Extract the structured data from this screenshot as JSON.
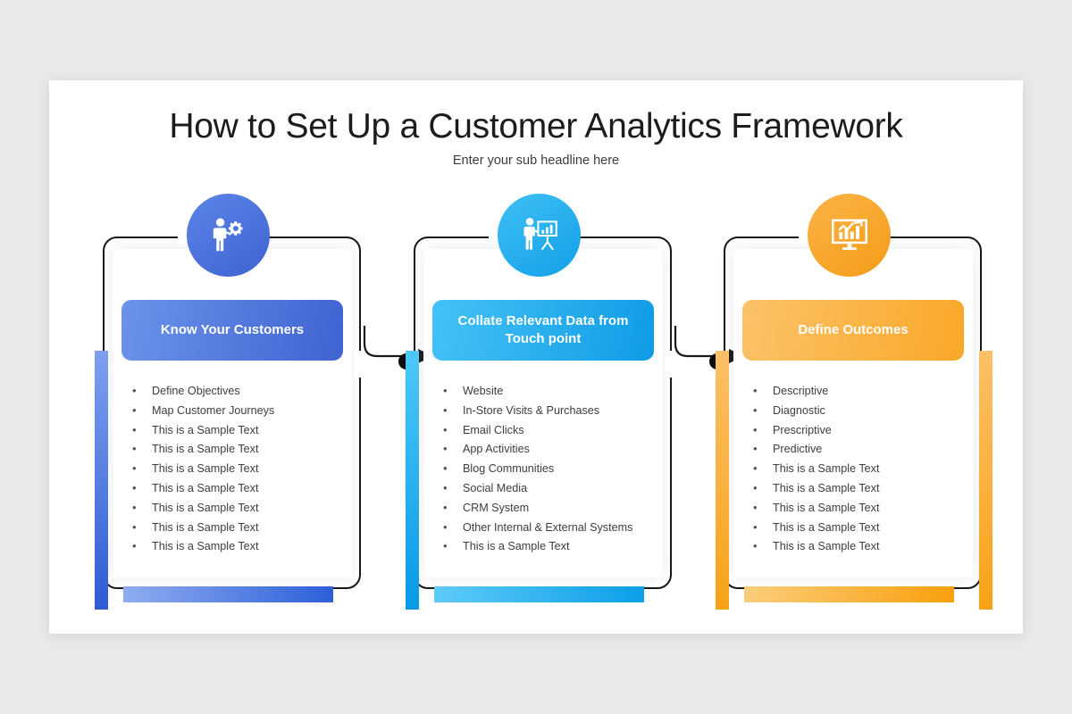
{
  "slide": {
    "title": "How to Set Up a Customer Analytics Framework",
    "subtitle": "Enter your sub headline here",
    "background_color": "#e9e9e9",
    "canvas_color": "#ffffff"
  },
  "columns": [
    {
      "id": "know-your-customers",
      "icon": "person-gear-icon",
      "heading": "Know Your Customers",
      "accent_color": "#4a73da",
      "badge_gradient": [
        "#5b85e8",
        "#3f63d2"
      ],
      "pill_gradient": [
        "#6b93ea",
        "#3f63d2"
      ],
      "vbar_gradient": [
        "#7ea0ee",
        "#2f5bd4"
      ],
      "hbar_gradient": [
        "#8fadf0",
        "#2c5fd8"
      ],
      "bars": [
        "left"
      ],
      "bullets": [
        "Define Objectives",
        "Map Customer Journeys",
        "This is a Sample Text",
        "This is a Sample Text",
        "This is a Sample Text",
        "This is a Sample Text",
        "This is a Sample Text",
        "This is a Sample Text",
        "This is a Sample Text"
      ]
    },
    {
      "id": "collate-relevant-data",
      "icon": "presenter-chart-icon",
      "heading": "Collate Relevant Data from Touch point",
      "accent_color": "#1fa8ec",
      "badge_gradient": [
        "#3fc0f5",
        "#12a0e8"
      ],
      "pill_gradient": [
        "#45c2f6",
        "#0f9ce6"
      ],
      "vbar_gradient": [
        "#4ec8f8",
        "#079ae6"
      ],
      "hbar_gradient": [
        "#5ecbf8",
        "#0a9fe8"
      ],
      "bars": [
        "left"
      ],
      "bullets": [
        "Website",
        "In-Store Visits & Purchases",
        "Email Clicks",
        "App Activities",
        "Blog Communities",
        "Social Media",
        "CRM System",
        "Other Internal & External Systems",
        "This is a Sample Text"
      ]
    },
    {
      "id": "define-outcomes",
      "icon": "monitor-growth-chart-icon",
      "heading": "Define Outcomes",
      "accent_color": "#f9a62a",
      "badge_gradient": [
        "#fbb446",
        "#f59c18"
      ],
      "pill_gradient": [
        "#fcc268",
        "#f9a828"
      ],
      "vbar_gradient": [
        "#fcc068",
        "#f8a216"
      ],
      "hbar_gradient": [
        "#fbcd7c",
        "#f9a00b"
      ],
      "bars": [
        "left",
        "right"
      ],
      "bullets": [
        "Descriptive",
        "Diagnostic",
        "Prescriptive",
        "Predictive",
        "This is a Sample Text",
        "This is a Sample Text",
        "This is a Sample Text",
        "This is a Sample Text",
        "This is a Sample Text"
      ]
    }
  ],
  "connectors": [
    {
      "id": "connector-1-to-2",
      "arrow": "arrow-right-icon",
      "node": "dot-node"
    },
    {
      "id": "connector-2-to-3",
      "arrow": "arrow-right-icon",
      "node": "dot-node"
    }
  ]
}
